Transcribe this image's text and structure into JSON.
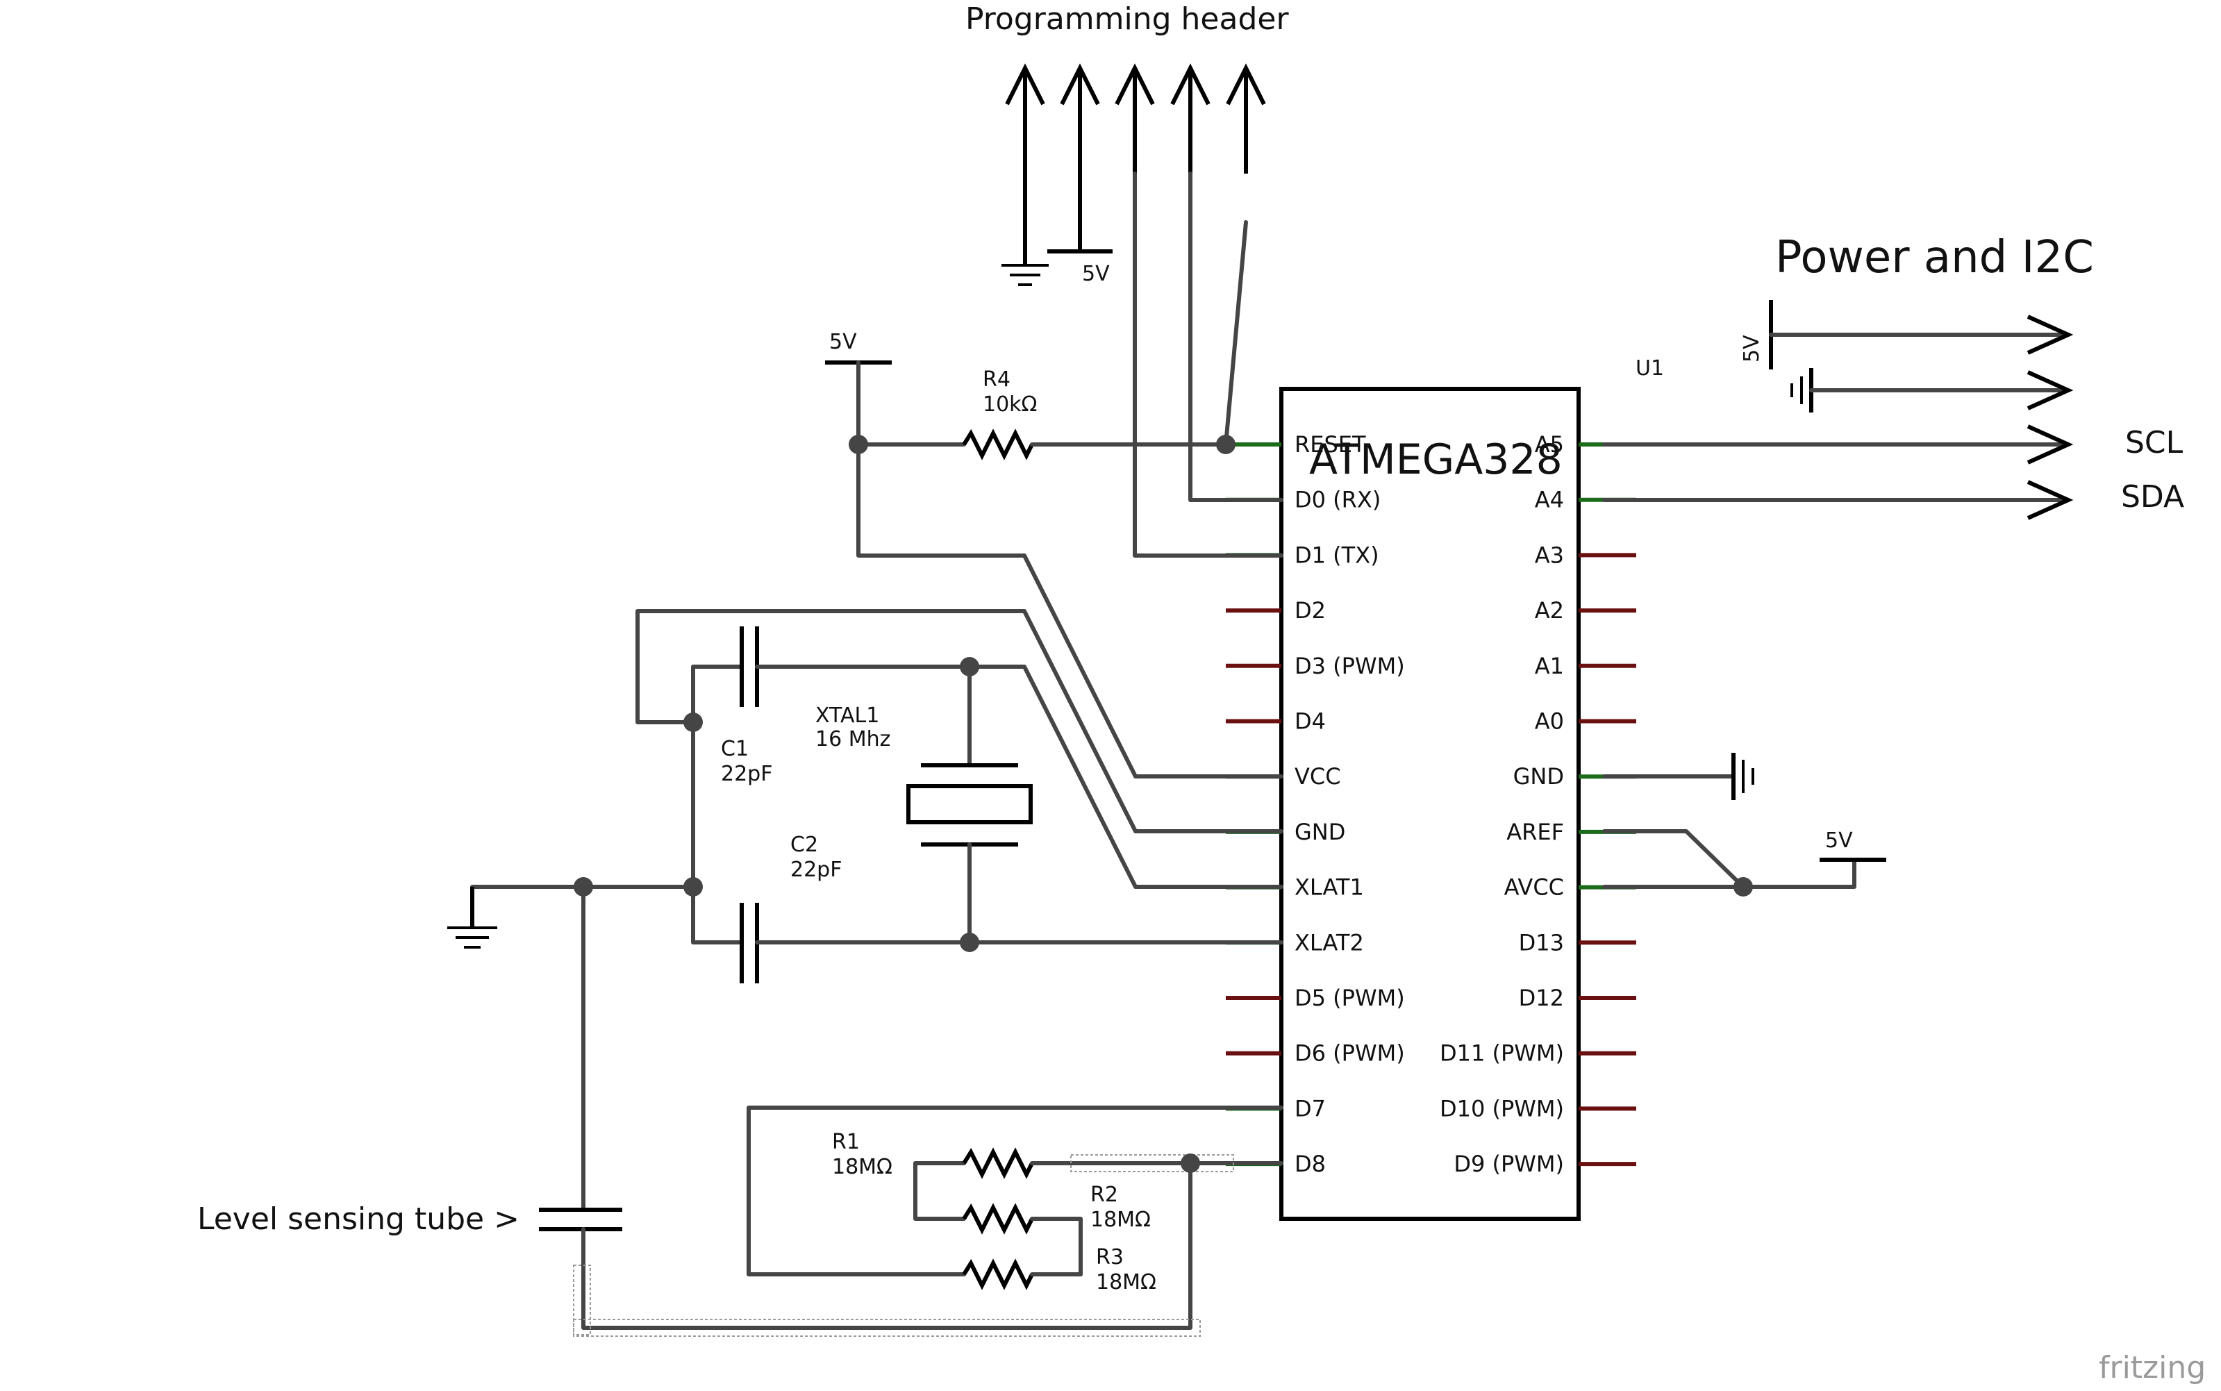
{
  "labels": {
    "programming_header": "Programming header",
    "power_i2c": "Power and I2C",
    "scl": "SCL",
    "sda": "SDA",
    "level_tube": "Level sensing tube >",
    "fritzing": "fritzing",
    "u1": "U1",
    "chip": "ATMEGA328",
    "v5": "5V"
  },
  "components": {
    "r4": {
      "name": "R4",
      "value": "10kΩ"
    },
    "c1": {
      "name": "C1",
      "value": "22pF"
    },
    "c2": {
      "name": "C2",
      "value": "22pF"
    },
    "xtal": {
      "name": "XTAL1",
      "value": "16 Mhz"
    },
    "r1": {
      "name": "R1",
      "value": "18MΩ"
    },
    "r2": {
      "name": "R2",
      "value": "18MΩ"
    },
    "r3": {
      "name": "R3",
      "value": "18MΩ"
    }
  },
  "left_pins": [
    "RESET",
    "D0 (RX)",
    "D1 (TX)",
    "D2",
    "D3 (PWM)",
    "D4",
    "VCC",
    "GND",
    "XLAT1",
    "XLAT2",
    "D5 (PWM)",
    "D6 (PWM)",
    "D7",
    "D8"
  ],
  "right_pins": [
    "A5",
    "A4",
    "A3",
    "A2",
    "A1",
    "A0",
    "GND",
    "AREF",
    "AVCC",
    "D13",
    "D12",
    "D11 (PWM)",
    "D10 (PWM)",
    "D9 (PWM)"
  ],
  "colors": {
    "wire": "#454545",
    "connected_pin": "#1b6b1b",
    "unconnected_pin": "#6b1010"
  }
}
